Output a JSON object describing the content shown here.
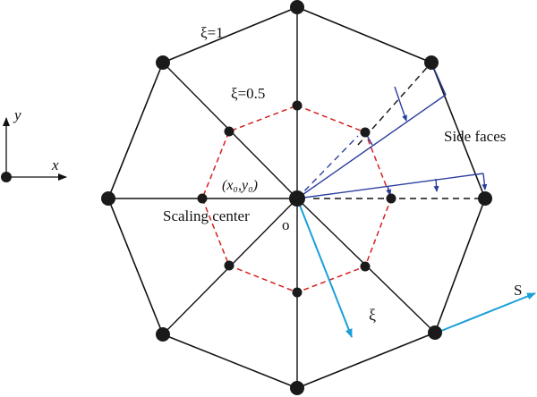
{
  "labels": {
    "xi_outer": "ξ=1",
    "xi_inner": "ξ=0.5",
    "side_faces": "Side faces",
    "scaling_center": "Scaling center",
    "origin_o": "o",
    "coord_x": "x",
    "coord_y": "y",
    "coord_center": "(x₀,y₀)",
    "arrow_xi": "ξ",
    "arrow_s": "S"
  },
  "colors": {
    "edge": "#111111",
    "dashed_inner": "#d62020",
    "side_face": "#2b3f9e",
    "dashed_side": "#2b3f9e",
    "arrow": "#1a9fd8",
    "node": "#1a1a1a"
  }
}
